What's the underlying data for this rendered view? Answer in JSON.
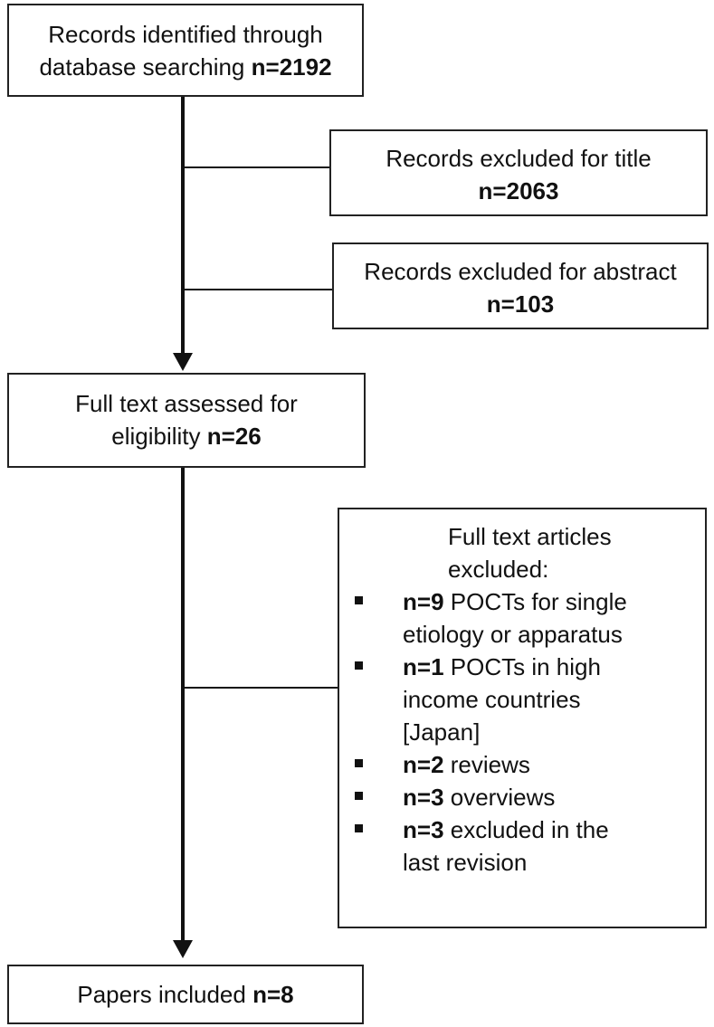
{
  "boxes": {
    "identified": {
      "line1": "Records identified through",
      "line2": "database searching",
      "count": "n=2192"
    },
    "excluded_title": {
      "line1": "Records excluded for title",
      "count": "n=2063"
    },
    "excluded_abstract": {
      "line1": "Records excluded for abstract",
      "count": "n=103"
    },
    "fulltext": {
      "line1": "Full text assessed for",
      "line2": "eligibility",
      "count": "n=26"
    },
    "fulltext_excluded": {
      "heading_line1": "Full text articles",
      "heading_line2": "excluded:",
      "items": [
        {
          "count": "n=9",
          "text1": " POCTs for single",
          "text2": "etiology or apparatus",
          "text3": ""
        },
        {
          "count": "n=1",
          "text1": " POCTs in high",
          "text2": "income countries",
          "text3": "[Japan]"
        },
        {
          "count": "n=2",
          "text1": " reviews",
          "text2": "",
          "text3": ""
        },
        {
          "count": "n=3",
          "text1": " overviews",
          "text2": "",
          "text3": ""
        },
        {
          "count": "n=3",
          "text1": " excluded in the",
          "text2": "last revision",
          "text3": ""
        }
      ]
    },
    "included": {
      "line1": "Papers included",
      "count": "n=8"
    }
  }
}
